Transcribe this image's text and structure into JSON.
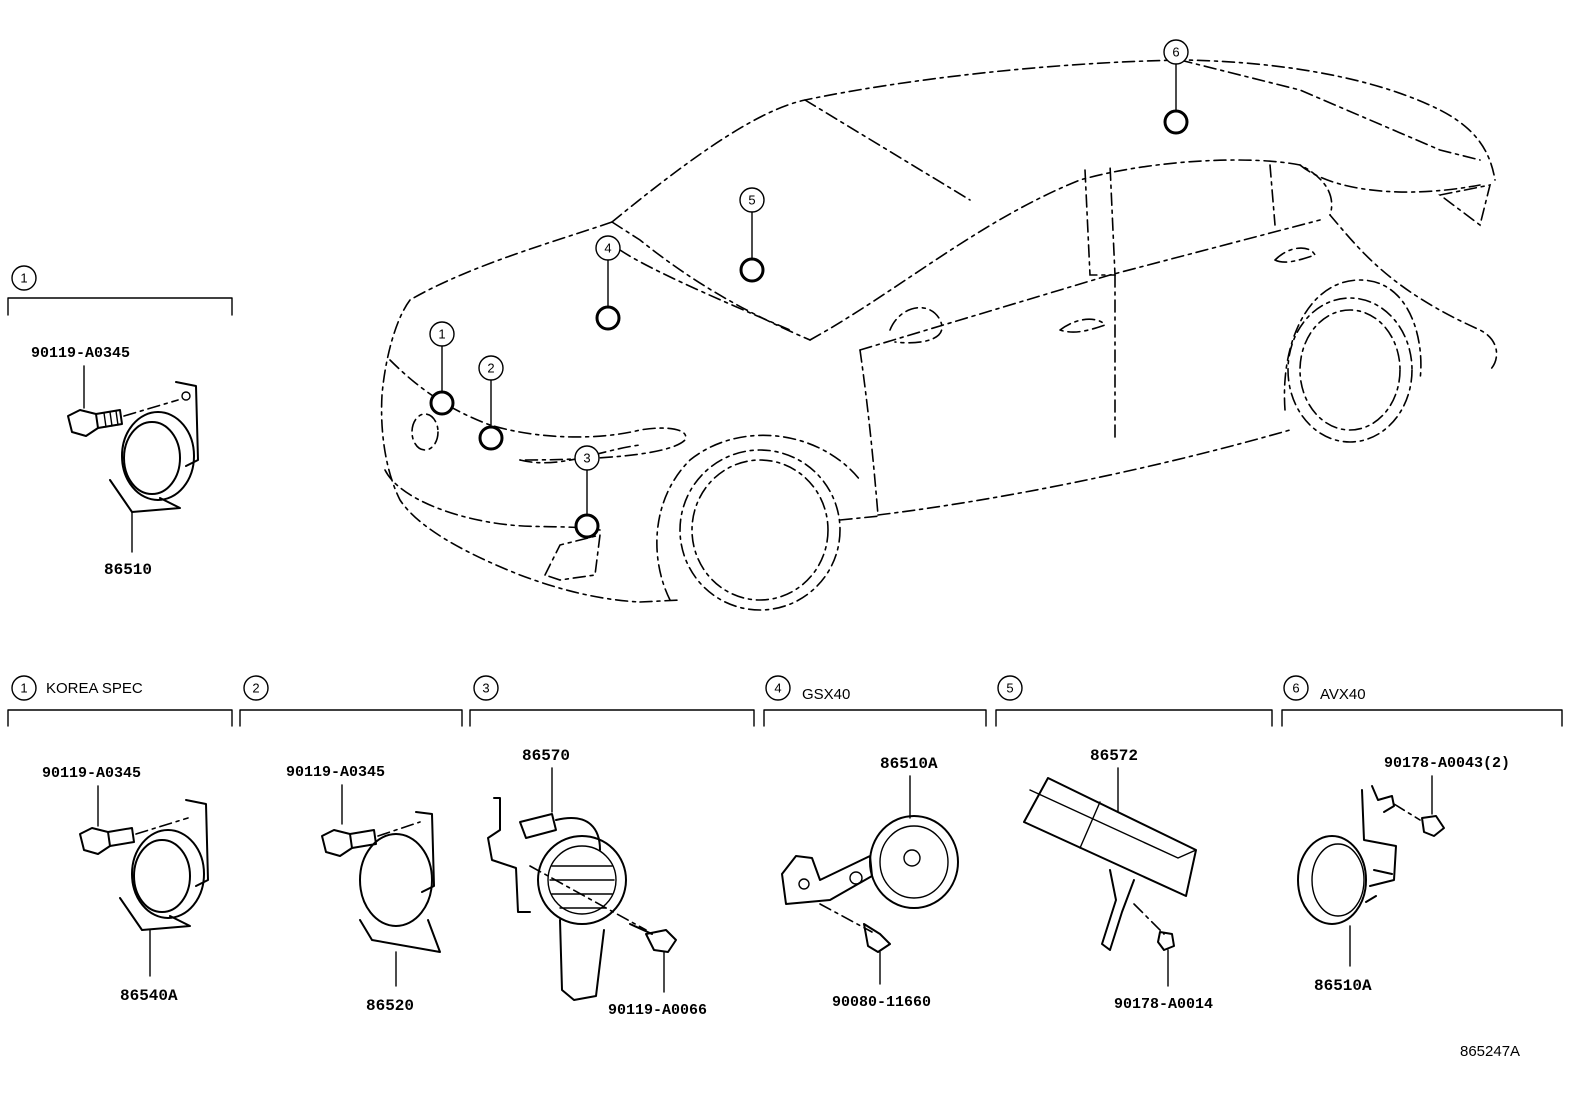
{
  "diagram_code": "865247A",
  "vehicle_callouts": [
    "1",
    "2",
    "3",
    "4",
    "5",
    "6"
  ],
  "top_panel": {
    "number": "1",
    "bolt": "90119-A0345",
    "horn": "86510"
  },
  "panels": [
    {
      "number": "1",
      "spec": "KOREA SPEC",
      "parts": [
        "90119-A0345",
        "86540A"
      ]
    },
    {
      "number": "2",
      "spec": "",
      "parts": [
        "90119-A0345",
        "86520"
      ]
    },
    {
      "number": "3",
      "spec": "",
      "parts": [
        "86570",
        "90119-A0066"
      ]
    },
    {
      "number": "4",
      "spec": "GSX40",
      "parts": [
        "86510A",
        "90080-11660"
      ]
    },
    {
      "number": "5",
      "spec": "",
      "parts": [
        "86572",
        "90178-A0014"
      ]
    },
    {
      "number": "6",
      "spec": "AVX40",
      "parts": [
        "90178-A0043(2)",
        "86510A"
      ]
    }
  ]
}
